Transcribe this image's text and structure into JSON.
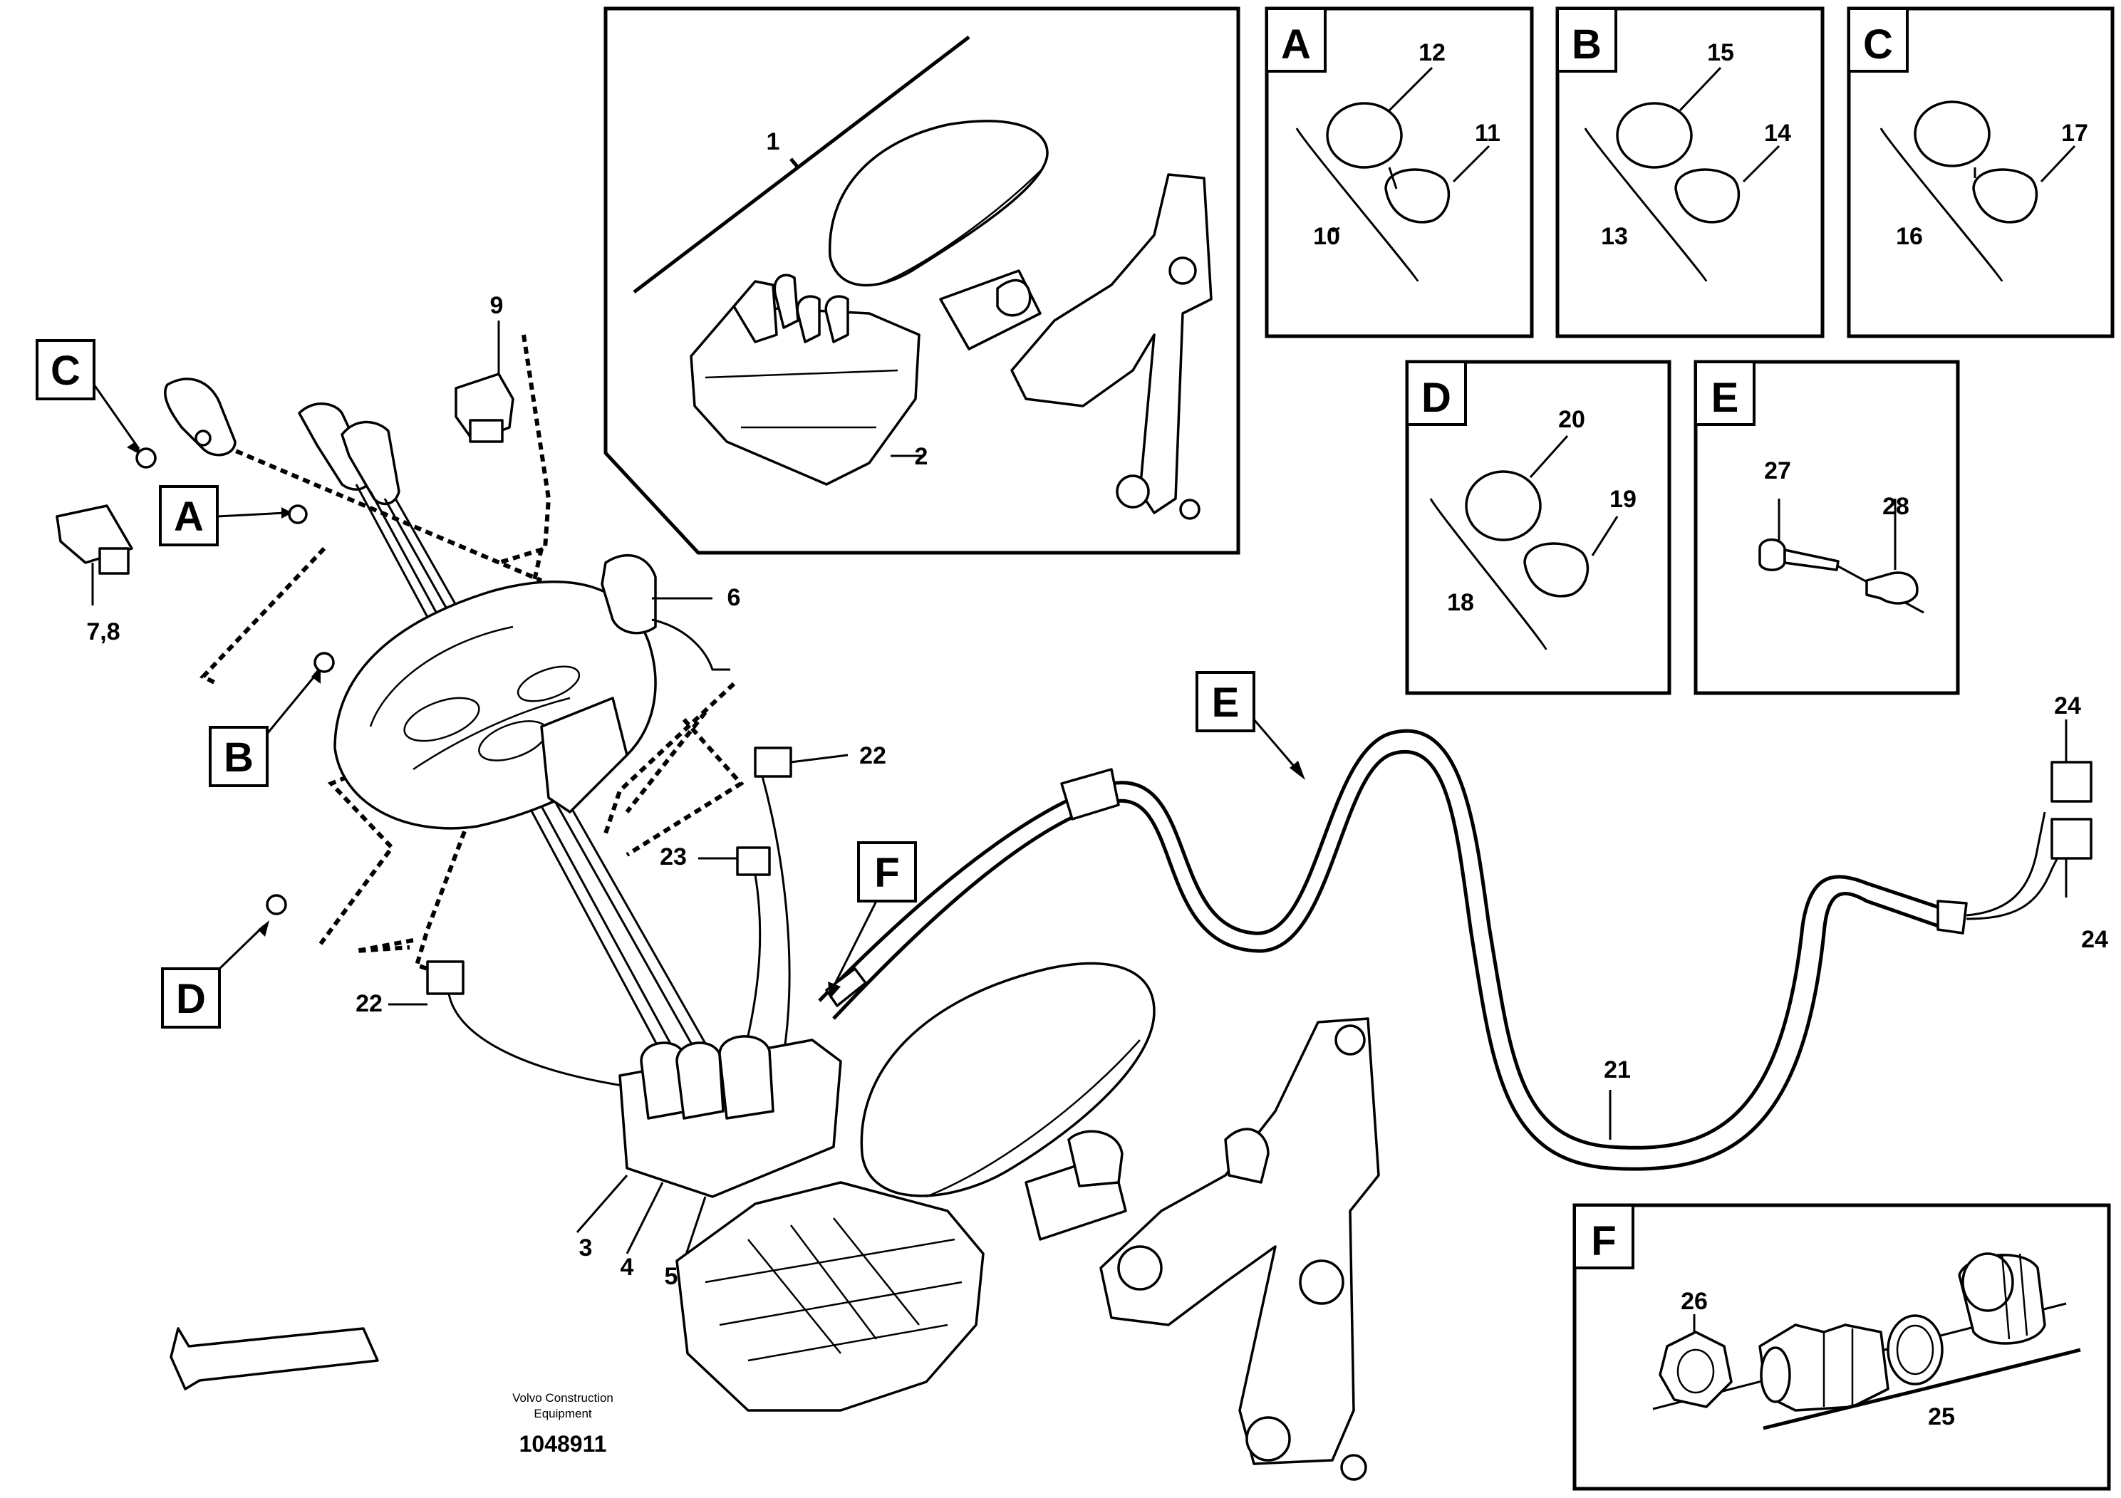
{
  "insets": {
    "A": {
      "letter": "A",
      "callouts": [
        "12",
        "11",
        "10"
      ]
    },
    "B": {
      "letter": "B",
      "callouts": [
        "15",
        "14",
        "13"
      ]
    },
    "C": {
      "letter": "C",
      "callouts": [
        "17",
        "16"
      ]
    },
    "D": {
      "letter": "D",
      "callouts": [
        "20",
        "19",
        "18"
      ]
    },
    "E": {
      "letter": "E",
      "callouts": [
        "27",
        "28"
      ]
    },
    "F": {
      "letter": "F",
      "callouts": [
        "26",
        "25"
      ]
    }
  },
  "detail_refs": {
    "c": "C",
    "a": "A",
    "b": "B",
    "d": "D",
    "e": "E",
    "f": "F"
  },
  "callouts": {
    "n1": "1",
    "n2": "2",
    "n3": "3",
    "n4": "4",
    "n5": "5",
    "n6": "6",
    "n78": "7,8",
    "n9": "9",
    "n21": "21",
    "n22a": "22",
    "n22b": "22",
    "n23": "23",
    "n24a": "24",
    "n24b": "24"
  },
  "footer": {
    "company_line1": "Volvo Construction",
    "company_line2": "Equipment",
    "drawing_number": "1048911"
  },
  "icons": {
    "direction_arrow": "direction-arrow-icon"
  }
}
